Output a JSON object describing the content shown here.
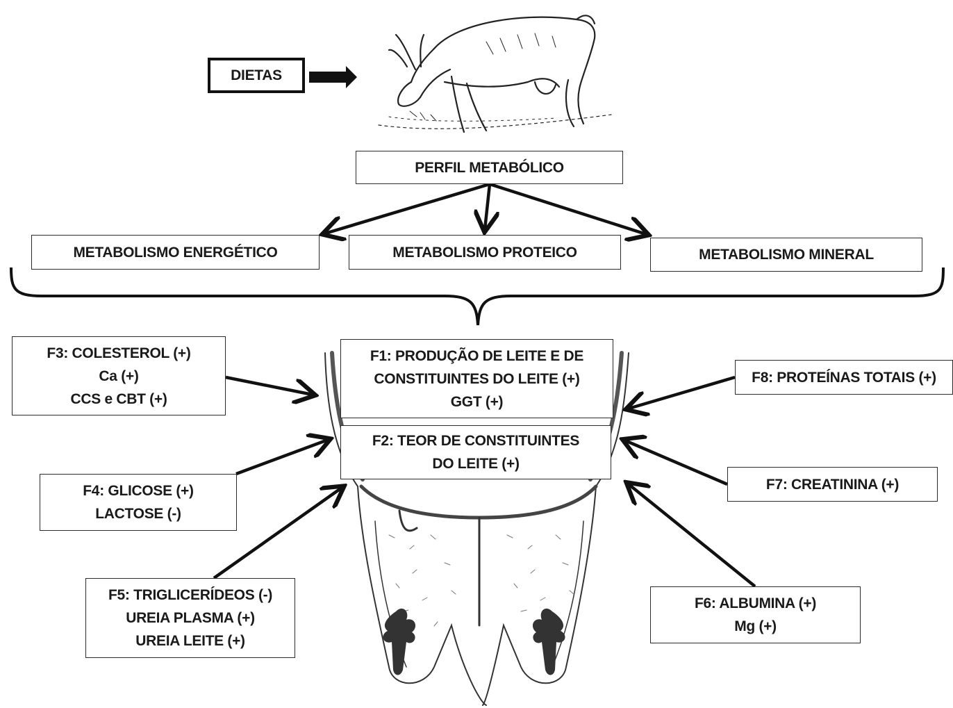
{
  "inputs": {
    "dietas": "DIETAS"
  },
  "perfil": {
    "title": "PERFIL METABÓLICO"
  },
  "metabolismos": {
    "energetico": "METABOLISMO ENERGÉTICO",
    "proteico": "METABOLISMO PROTEICO",
    "mineral": "METABOLISMO MINERAL"
  },
  "factors": {
    "f1": [
      "F1: PRODUÇÃO DE LEITE E DE",
      "CONSTITUINTES DO LEITE (+)",
      "GGT (+)"
    ],
    "f2": [
      "F2: TEOR DE CONSTITUINTES",
      "DO LEITE (+)"
    ],
    "f3": [
      "F3: COLESTEROL (+)",
      "Ca (+)",
      "CCS e CBT (+)"
    ],
    "f4": [
      "F4: GLICOSE (+)",
      "LACTOSE (-)"
    ],
    "f5": [
      "F5: TRIGLICERÍDEOS (-)",
      "UREIA PLASMA (+)",
      "UREIA LEITE (+)"
    ],
    "f6": [
      "F6: ALBUMINA (+)",
      "Mg (+)"
    ],
    "f7": [
      "F7: CREATININA (+)"
    ],
    "f8": [
      "F8: PROTEÍNAS TOTAIS (+)"
    ]
  },
  "illustrations": {
    "animal": "goat-illustration",
    "organ": "udder-cross-section"
  },
  "colors": {
    "stroke": "#111111",
    "box_border": "#2b2b2b",
    "text": "#1a1a1a"
  }
}
